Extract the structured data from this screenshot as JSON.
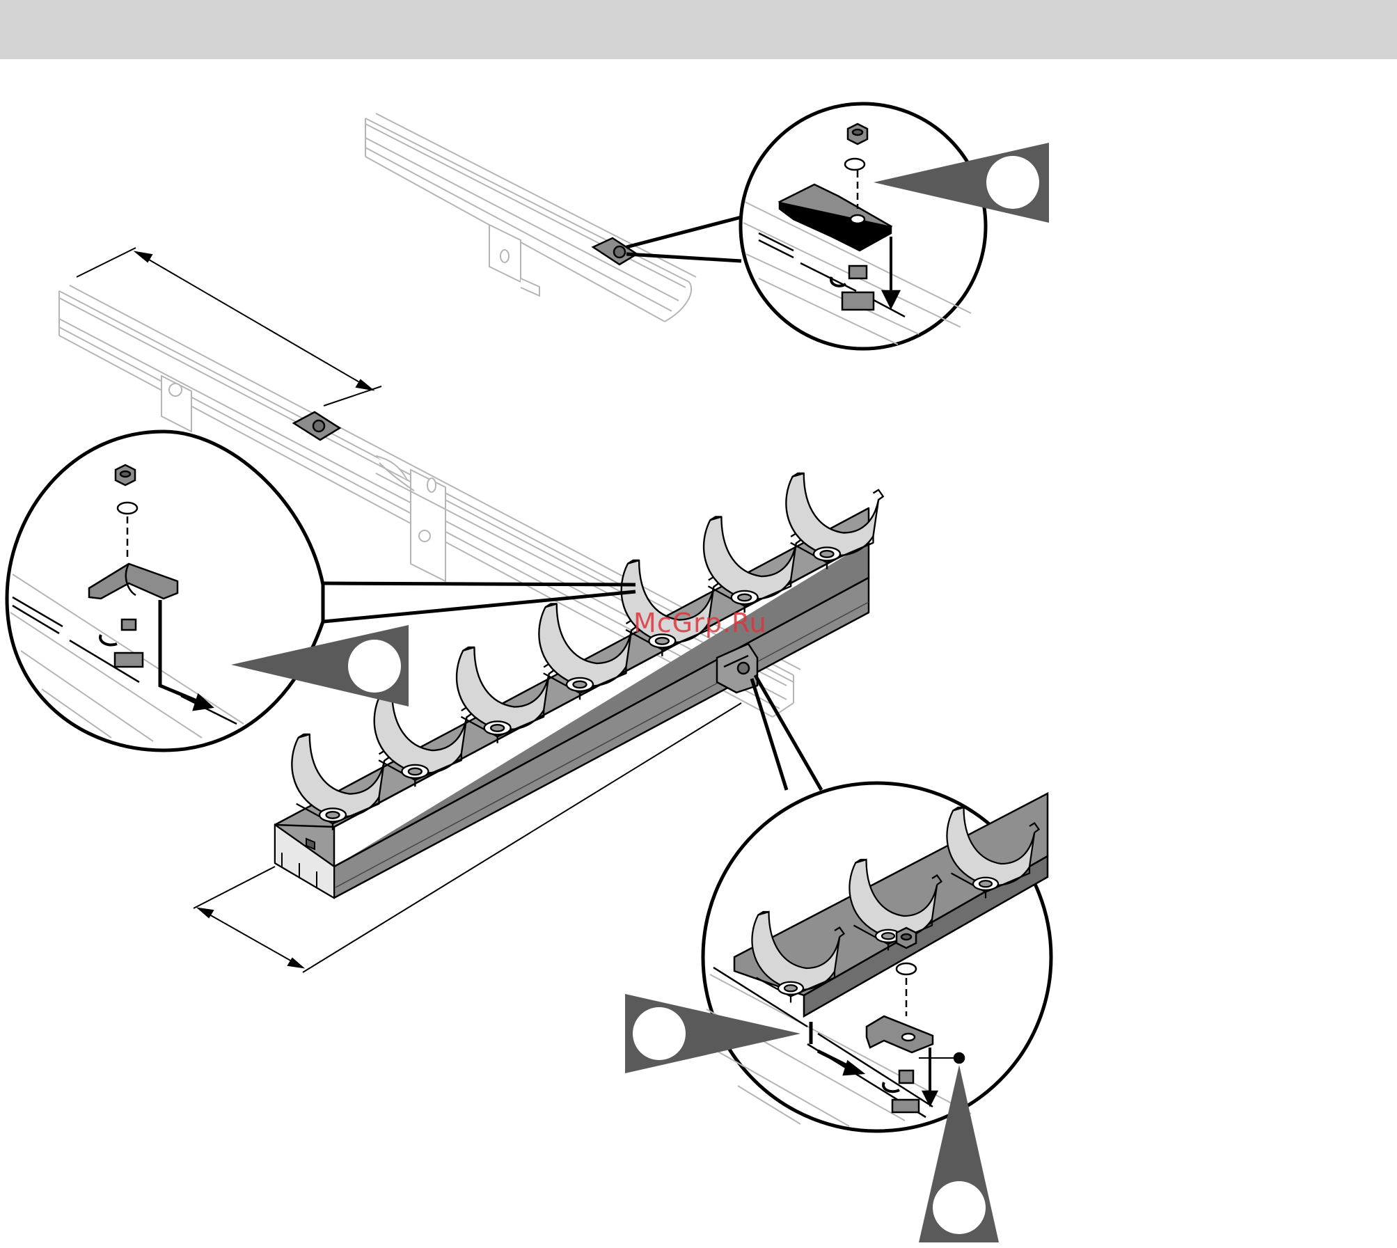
{
  "figure": {
    "colors": {
      "header_band": "#d4d4d4",
      "ink": "#000000",
      "rail_outline": "#b9b9b9",
      "part_fill": "#8c8c8c",
      "callout_fill": "#5a5a5a",
      "watermark": "#e0343c"
    },
    "watermark_text": "McGrp.Ru",
    "callout_count": 4,
    "detail_circle_count": 3
  }
}
